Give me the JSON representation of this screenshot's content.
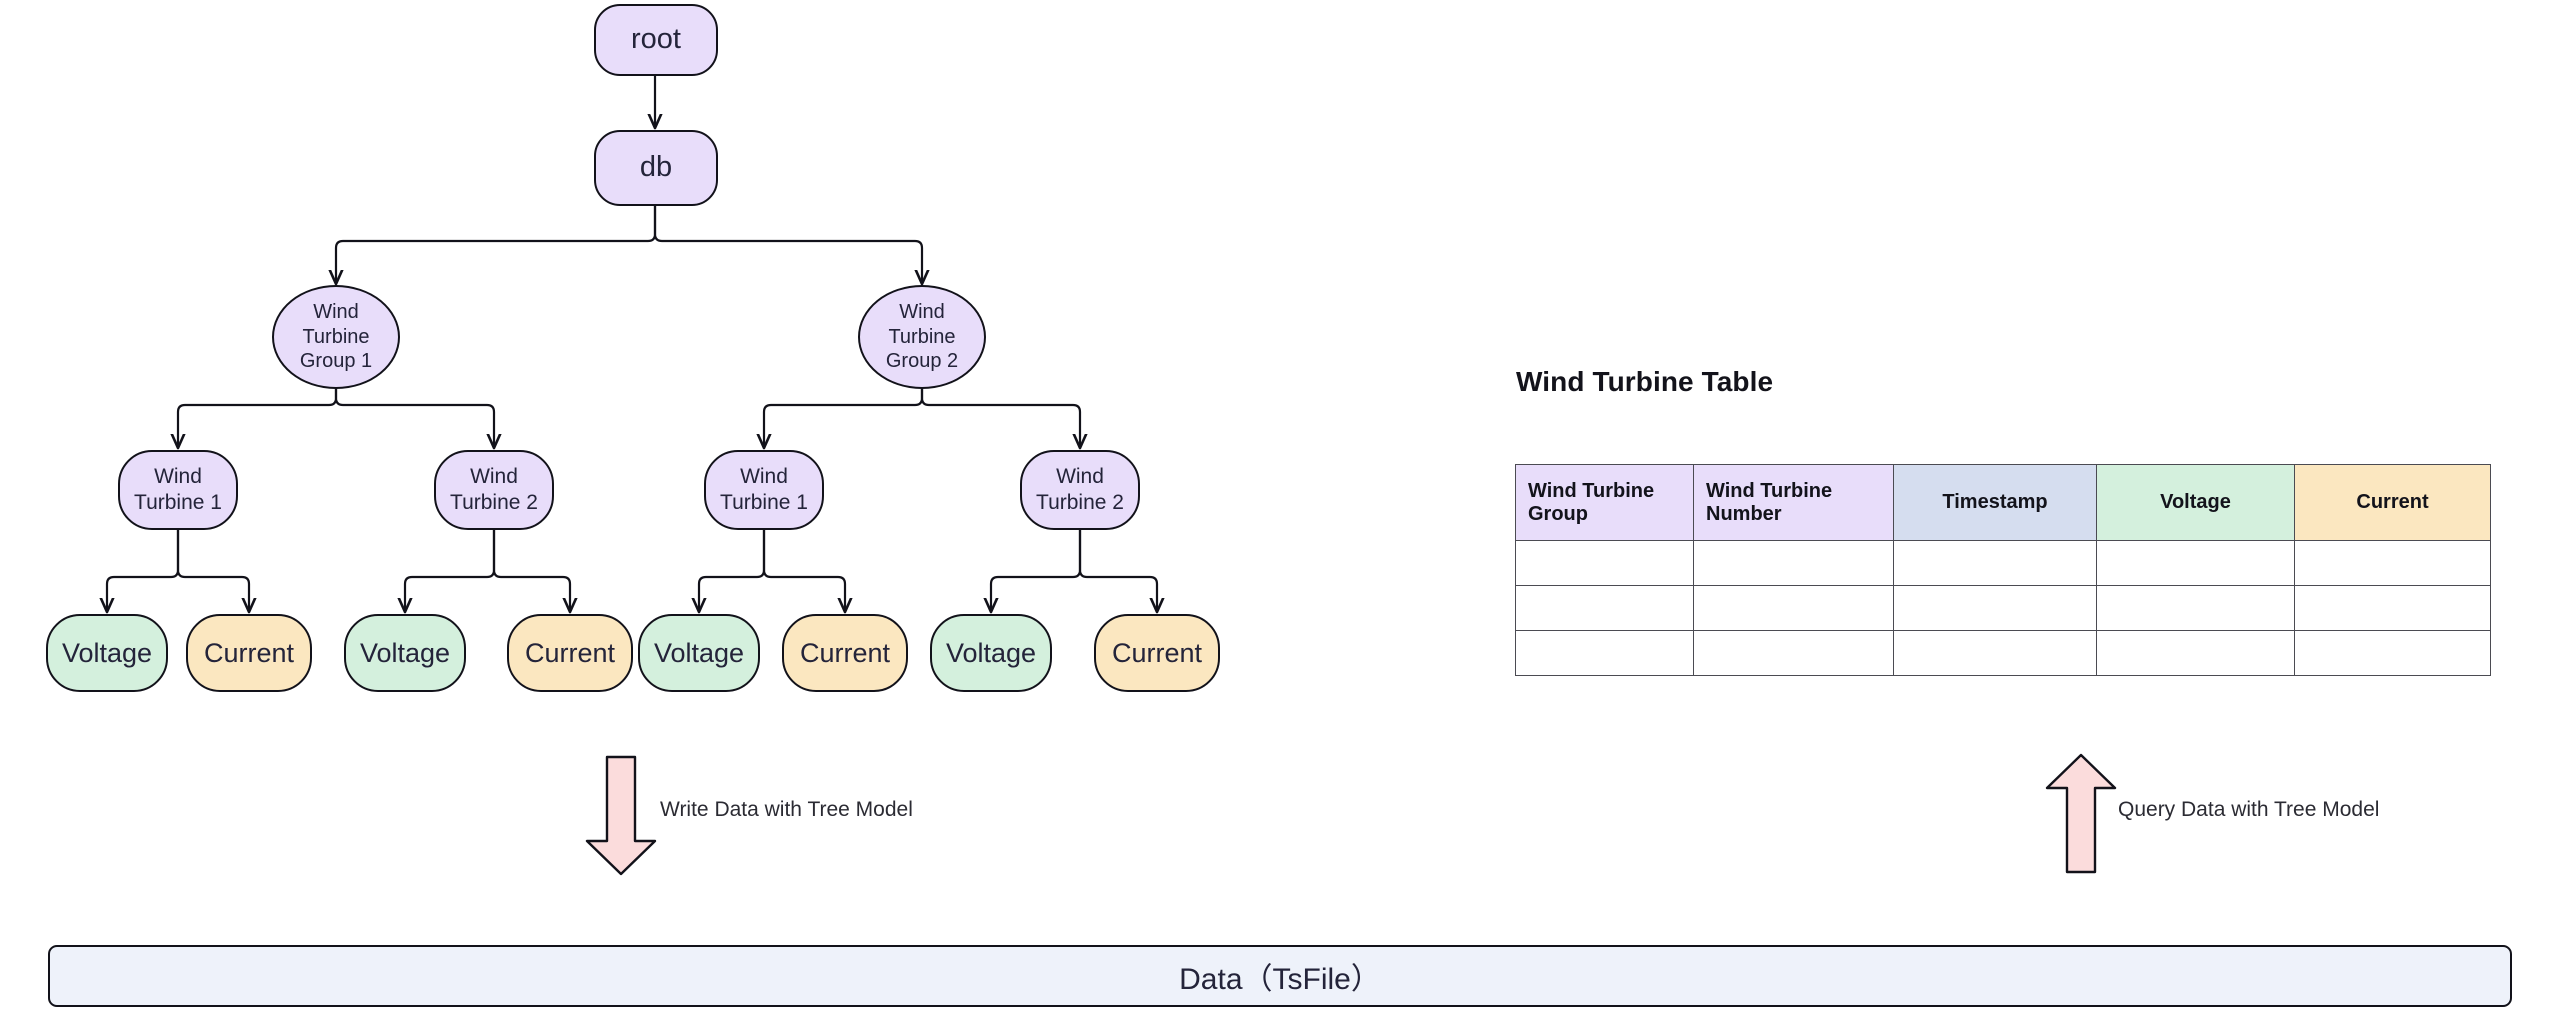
{
  "diagram": {
    "title_right": "Wind Turbine Table",
    "bottom_bar_label": "Data（TsFile）"
  },
  "tree": {
    "root": "root",
    "db": "db",
    "groups": [
      {
        "label": "Wind\nTurbine\nGroup 1"
      },
      {
        "label": "Wind\nTurbine\nGroup 2"
      }
    ],
    "turbines": [
      {
        "label": "Wind\nTurbine 1"
      },
      {
        "label": "Wind\nTurbine 2"
      },
      {
        "label": "Wind\nTurbine 1"
      },
      {
        "label": "Wind\nTurbine 2"
      }
    ],
    "measurements": [
      {
        "label": "Voltage"
      },
      {
        "label": "Current"
      },
      {
        "label": "Voltage"
      },
      {
        "label": "Current"
      },
      {
        "label": "Voltage"
      },
      {
        "label": "Current"
      },
      {
        "label": "Voltage"
      },
      {
        "label": "Current"
      }
    ]
  },
  "table": {
    "headers": [
      {
        "label": "Wind Turbine Group",
        "align": "left",
        "color": "#e8ddfa"
      },
      {
        "label": "Wind Turbine Number",
        "align": "left",
        "color": "#e8ddfa"
      },
      {
        "label": "Timestamp",
        "align": "center",
        "color": "#d5ddef"
      },
      {
        "label": "Voltage",
        "align": "center",
        "color": "#d4f0dd"
      },
      {
        "label": "Current",
        "align": "center",
        "color": "#fbe7c0"
      }
    ],
    "rows": [
      [
        "",
        "",
        "",
        "",
        ""
      ],
      [
        "",
        "",
        "",
        "",
        ""
      ],
      [
        "",
        "",
        "",
        "",
        ""
      ]
    ]
  },
  "arrows": {
    "write": {
      "caption": "Write Data with Tree Model",
      "direction": "down",
      "color": "#fbdcdc"
    },
    "query": {
      "caption": "Query Data with Tree Model",
      "direction": "up",
      "color": "#fbdcdc"
    }
  },
  "colors": {
    "node_purple": "#e8ddfa",
    "node_green": "#d4f0dd",
    "node_amber": "#fbe7c0",
    "stroke": "#12121a",
    "arrow_fill": "#fbdcdc",
    "data_bar_fill": "#eef2fa"
  }
}
